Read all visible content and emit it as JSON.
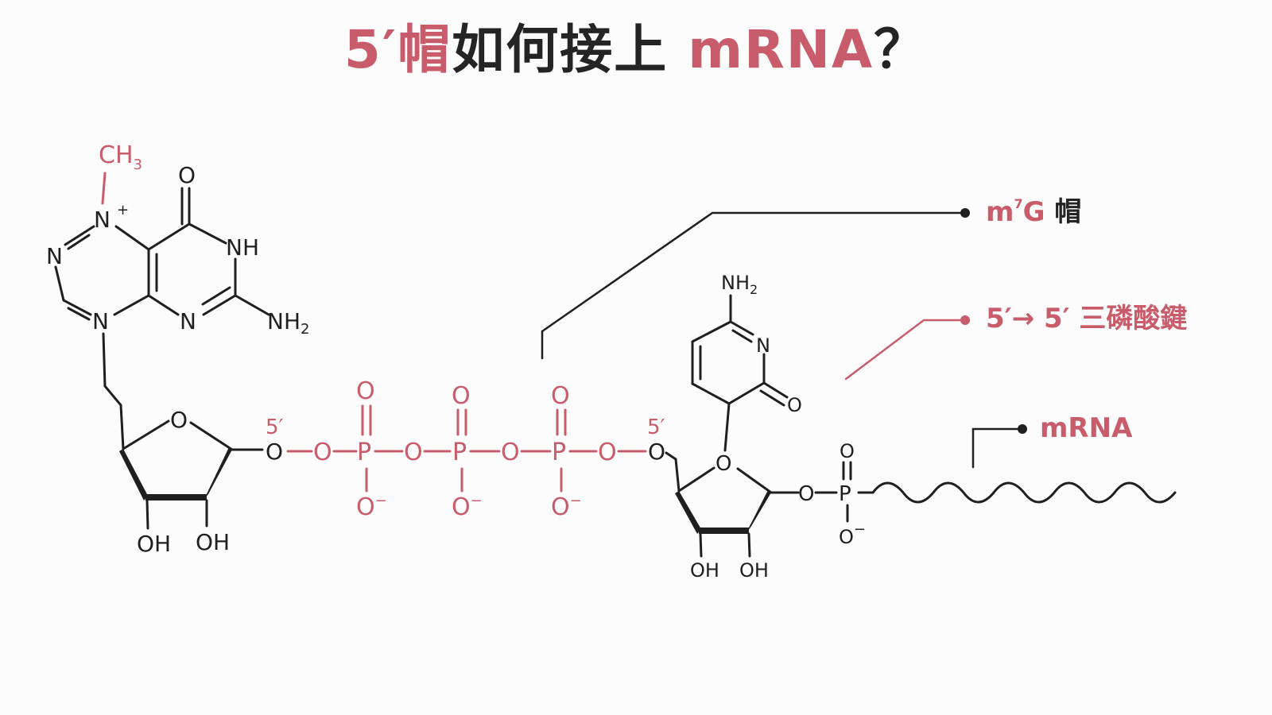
{
  "title": {
    "part1": "5′帽",
    "part2": "如何接上",
    "part3": "mRNA",
    "part4": "？"
  },
  "callouts": {
    "cap": {
      "m": "m",
      "sup": "7",
      "g": "G",
      "zh": "帽"
    },
    "bond": {
      "text": "5′→ 5′ 三磷酸鍵"
    },
    "mrna": {
      "text": "mRNA"
    }
  },
  "atoms": {
    "ch3": "CH",
    "ch3_sub": "3",
    "n_plus": "N",
    "plus": "+",
    "n": "N",
    "nh": "NH",
    "nh2": "NH",
    "h2_sub": "2",
    "o": "O",
    "oh": "OH",
    "p": "P",
    "o_minus": "O",
    "minus": "−",
    "five_prime": "5′"
  },
  "colors": {
    "accent": "#c85c6a",
    "dark": "#1f1f1f",
    "background": "#fcfcfc"
  }
}
